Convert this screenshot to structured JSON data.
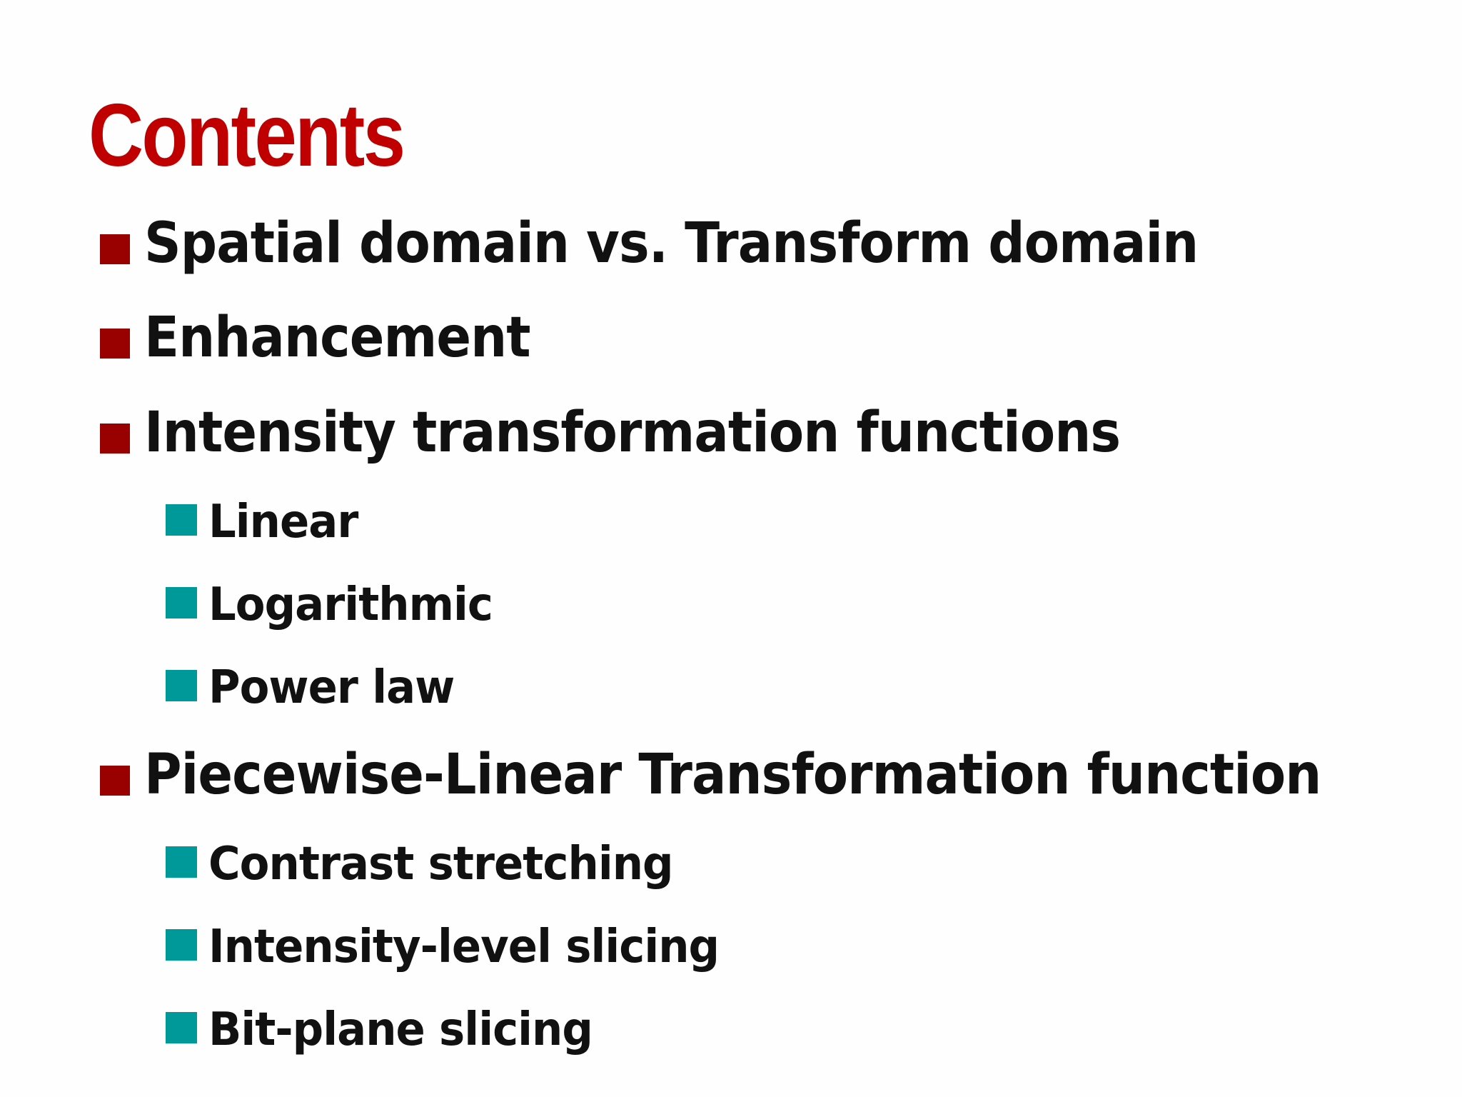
{
  "slide": {
    "title": "Contents",
    "colors": {
      "title": "#c00000",
      "bullet_level1": "#990000",
      "bullet_level2": "#009999",
      "text": "#111111"
    },
    "items": [
      {
        "level": 1,
        "text": "Spatial domain vs. Transform domain"
      },
      {
        "level": 1,
        "text": "Enhancement"
      },
      {
        "level": 1,
        "text": "Intensity transformation functions"
      },
      {
        "level": 2,
        "text": "Linear"
      },
      {
        "level": 2,
        "text": "Logarithmic"
      },
      {
        "level": 2,
        "text": "Power law"
      },
      {
        "level": 1,
        "text": "Piecewise-Linear Transformation function"
      },
      {
        "level": 2,
        "text": "Contrast stretching"
      },
      {
        "level": 2,
        "text": "Intensity-level slicing"
      },
      {
        "level": 2,
        "text": "Bit-plane slicing"
      }
    ]
  }
}
